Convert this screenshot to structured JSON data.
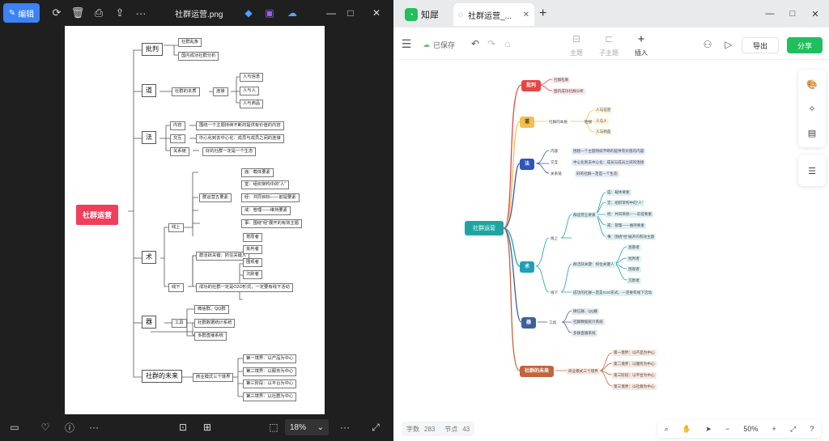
{
  "viewer": {
    "edit_label": "编辑",
    "file_title": "社群运营.png",
    "zoom": "18%",
    "more": "···"
  },
  "map": {
    "root": "社群运营",
    "categories": {
      "pipan": "批判",
      "dao": "道",
      "fa": "法",
      "shu": "术",
      "qi": "器",
      "future": "社群的未来"
    },
    "pipan": [
      "社群乱象",
      "国内成功社群分析"
    ],
    "dao": {
      "mid": "社群的本质",
      "link": "连接",
      "items": [
        "人与信息",
        "人与人",
        "人与商品"
      ]
    },
    "fa": {
      "keys": [
        "内容",
        "交互",
        "关系链"
      ],
      "vals": [
        "围绕一个主题持续不断的提供有价值的内容",
        "中心化到去中心化：成员与成员之间的连接",
        "好的社群一定是一个生态"
      ]
    },
    "shu": {
      "online": "线上",
      "offline": "线下",
      "five": "群运营五要素",
      "five_items": [
        "庙：载体要素",
        "堂：组织架构中的“人”",
        "经：共同目标——前提要素",
        "戒：管理——维持要素",
        "事：围绕“经”展开的有效主题"
      ],
      "key_people": "群活跃关键：抓住关键人",
      "people": [
        "意愿者",
        "批判者",
        "围观者",
        "沉默者"
      ],
      "offline_text": "成功的社群一定是O2O形式，一定要有线下活动"
    },
    "qi": {
      "mid": "工具",
      "items": [
        "微信群、QQ群",
        "社群数据统计系统",
        "多群直播系统"
      ]
    },
    "future": {
      "mid": "商业模式三个境界",
      "items": [
        "第一境界：以产品为中心",
        "第二境界：以服务为中心",
        "第三阶段：以平台为中心",
        "第三境界：以社群为中心"
      ]
    }
  },
  "browser": {
    "app_name": "知犀",
    "tab_title": "社群运营_...",
    "saved": "已保存",
    "tool_theme": "主题",
    "tool_child": "子主题",
    "tool_insert": "插入",
    "export": "导出",
    "share": "分享",
    "word_label": "字数",
    "word_count": "283",
    "node_label": "节点",
    "node_count": "43",
    "zoom": "50%"
  },
  "colors": {
    "accent_blue": "#3b82f6",
    "brand_green": "#1fbf5e",
    "root_red": "#ef3f5a",
    "root_teal": "#1fa5a1",
    "pipan": "#e64545",
    "dao": "#f2c04b",
    "fa": "#2e55b8",
    "shu": "#1f9fb8",
    "qi": "#3f5f9a",
    "future": "#c0643b"
  }
}
